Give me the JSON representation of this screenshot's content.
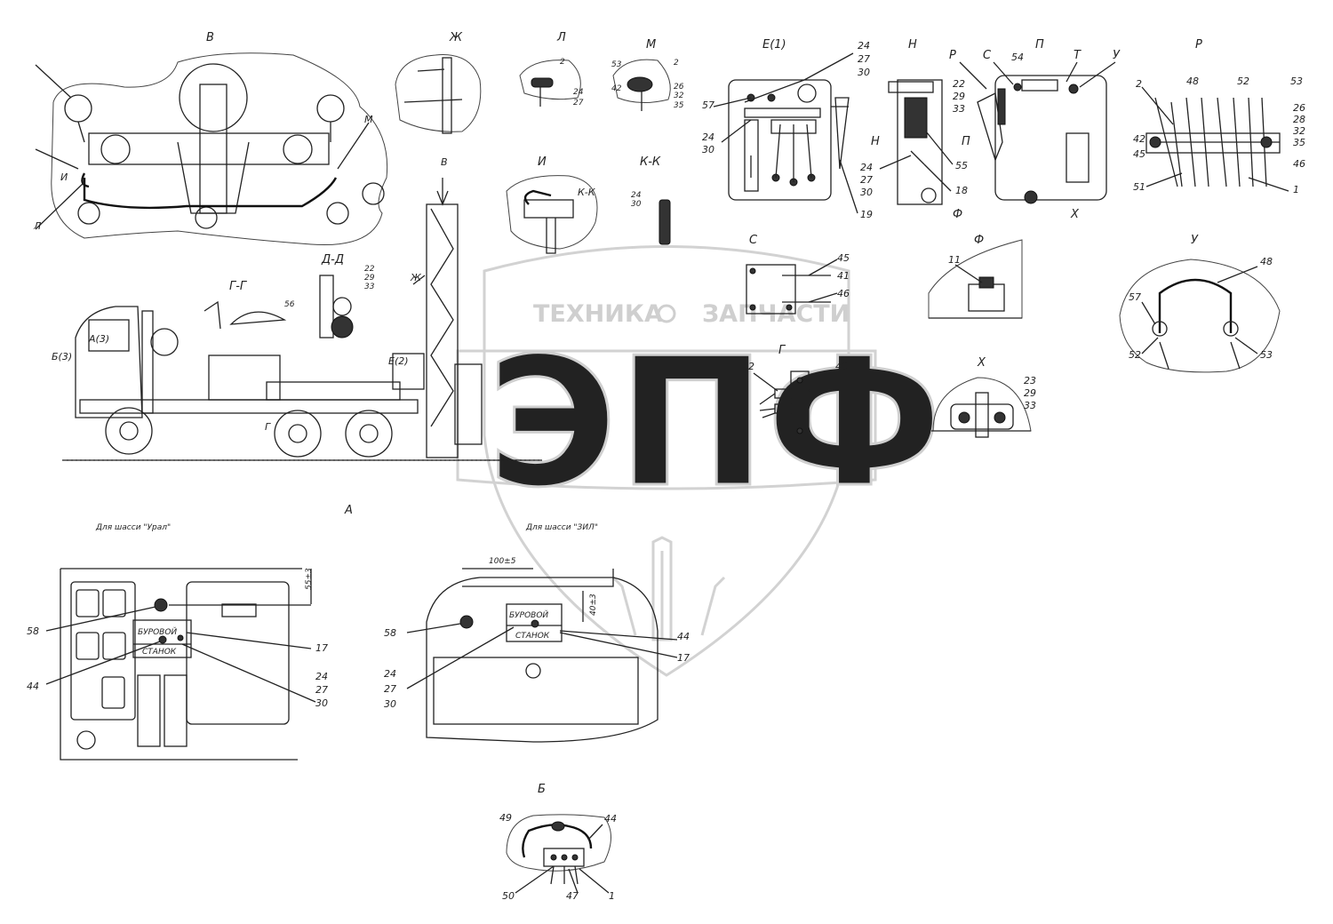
{
  "watermark": {
    "text_left": "ТЕХНИКА",
    "text_right": "ЗАПЧАСТИ",
    "big": "ЭПФ"
  },
  "views": {
    "V": "В",
    "Zh": "Ж",
    "L": "Л",
    "M": "М",
    "E1": "Е(1)",
    "N": "Н",
    "R": "Р",
    "S": "С",
    "P": "П",
    "T": "Т",
    "U": "У",
    "I": "И",
    "KK": "К-К",
    "G_G": "Г-Г",
    "D_D": "Д-Д",
    "S2": "С",
    "F": "Ф",
    "X": "Х",
    "G": "Г",
    "U2": "У",
    "A": "А",
    "B": "Б",
    "R2": "Р"
  },
  "truck_labels": {
    "A3": "А(3)",
    "B3": "Б(3)",
    "E2": "Е(2)",
    "Zh": "Ж",
    "V": "В",
    "G": "Г"
  },
  "chassis": {
    "ural": "Для шасси \"Урал\"",
    "zil": "Для шасси \"ЗИЛ\""
  },
  "panel": {
    "line1": "БУРОВОЙ",
    "line2": "СТАНОК"
  },
  "dims": {
    "d1": "55±3",
    "d2": "100±5",
    "d3": "40±3"
  },
  "callouts": {
    "c24": "24",
    "c27": "27",
    "c30": "30",
    "c22": "22",
    "c29": "29",
    "c33": "33",
    "c57": "57",
    "c19": "19",
    "c18": "18",
    "c55": "55",
    "c54": "54",
    "c2": "2",
    "c48": "48",
    "c52": "52",
    "c53": "53",
    "c26": "26",
    "c28": "28",
    "c32": "32",
    "c35": "35",
    "c42": "42",
    "c45": "45",
    "c46": "46",
    "c51": "51",
    "c1": "1",
    "c41": "41",
    "c40": "40",
    "c11": "11",
    "c23": "23",
    "c58": "58",
    "c17": "17",
    "c44": "44",
    "c49": "49",
    "c50": "50",
    "c47": "47",
    "c56": "56"
  }
}
